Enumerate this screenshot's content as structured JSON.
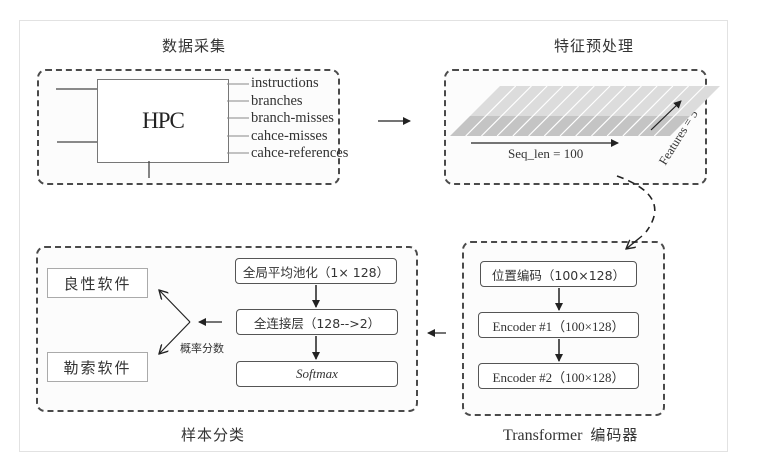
{
  "sections": {
    "collection": {
      "title": "数据采集",
      "hpc_label": "HPC",
      "features": [
        "instructions",
        "branches",
        "branch-misses",
        "cahce-misses",
        "cahce-references"
      ]
    },
    "preprocess": {
      "title": "特征预处理",
      "seq_len_label": "Seq_len = 100",
      "features_label": "Features = 5"
    },
    "transformer": {
      "title_en": "Transformer",
      "title_cn": "编码器",
      "blocks": [
        "位置编码（100×128）",
        "Encoder  #1（100×128）",
        "Encoder  #2（100×128）"
      ]
    },
    "classification": {
      "title": "样本分类",
      "blocks": [
        "全局平均池化（1× 128）",
        "全连接层（128-->2）",
        "Softmax"
      ],
      "prob_label": "概率分数",
      "outputs": [
        "良性软件",
        "勒索软件"
      ]
    }
  },
  "colors": {
    "panel_border": "#4a4a4a",
    "grid_light": "#dcdcdc",
    "grid_dark": "#c4c4c4",
    "arrow": "#222222"
  }
}
